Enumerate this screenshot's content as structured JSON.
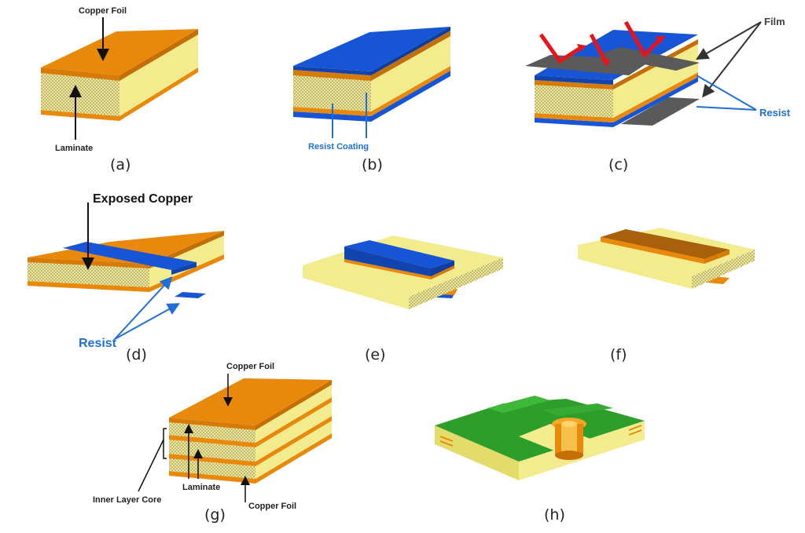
{
  "panels": {
    "a": {
      "caption": "(a)",
      "top_label": "Copper Foil",
      "bottom_label": "Laminate"
    },
    "b": {
      "caption": "(b)",
      "label": "Resist Coating"
    },
    "c": {
      "caption": "(c)",
      "label_film": "Film",
      "label_resist": "Resist"
    },
    "d": {
      "caption": "(d)",
      "label_exposed": "Exposed Copper",
      "label_resist": "Resist"
    },
    "e": {
      "caption": "(e)"
    },
    "f": {
      "caption": "(f)"
    },
    "g": {
      "caption": "(g)",
      "top_label": "Copper Foil",
      "inner_label": "Inner Layer Core",
      "laminate_label": "Laminate",
      "bottom_label": "Copper Foil"
    },
    "h": {
      "caption": "(h)"
    }
  },
  "colors": {
    "copper": "#E8890C",
    "copper_dark": "#B86A06",
    "laminate": "#F2EC8E",
    "laminate_side": "#E4DC6A",
    "resist": "#1656D6",
    "film": "#5A5A5A",
    "arrow_red": "#E8141C",
    "green": "#2E9E2A",
    "label_blue": "#1f6fd6"
  }
}
